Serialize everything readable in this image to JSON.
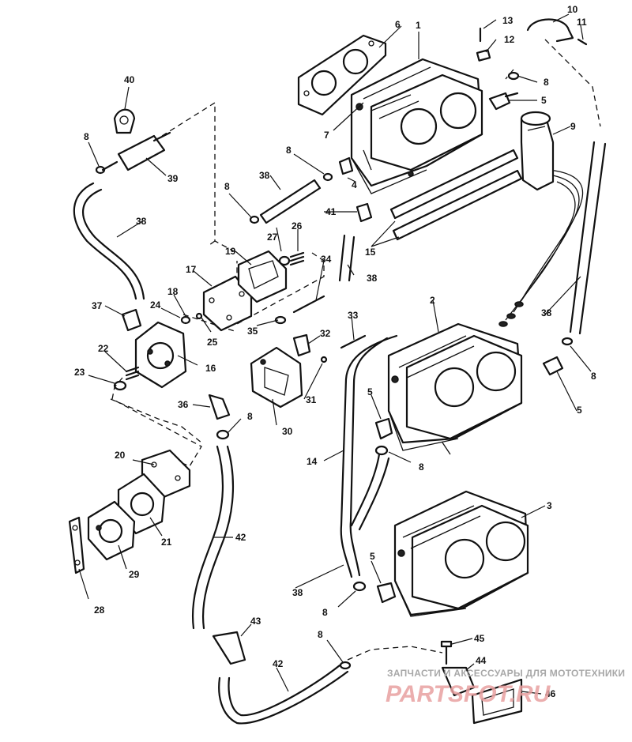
{
  "callouts": {
    "c1": "1",
    "c2": "2",
    "c3": "3",
    "c4": "4",
    "c5a": "5",
    "c5b": "5",
    "c5c": "5",
    "c5d": "5",
    "c6": "6",
    "c7": "7",
    "c8a": "8",
    "c8b": "8",
    "c8c": "8",
    "c8d": "8",
    "c8e": "8",
    "c8f": "8",
    "c8g": "8",
    "c8h": "8",
    "c8i": "8",
    "c9": "9",
    "c10": "10",
    "c11": "11",
    "c12": "12",
    "c13": "13",
    "c14": "14",
    "c15": "15",
    "c16": "16",
    "c17": "17",
    "c18": "18",
    "c19": "19",
    "c20": "20",
    "c21": "21",
    "c22": "22",
    "c23": "23",
    "c24": "24",
    "c25": "25",
    "c26": "26",
    "c27": "27",
    "c28": "28",
    "c29": "29",
    "c30": "30",
    "c31": "31",
    "c32": "32",
    "c33": "33",
    "c34": "34",
    "c35": "35",
    "c36": "36",
    "c37": "37",
    "c38a": "38",
    "c38b": "38",
    "c38c": "38",
    "c38d": "38",
    "c38e": "38",
    "c39": "39",
    "c40": "40",
    "c41": "41",
    "c42a": "42",
    "c42b": "42",
    "c43": "43",
    "c44": "44",
    "c45": "45",
    "c46": "46"
  },
  "watermark": {
    "tagline": "ЗАПЧАСТИ И АКСЕССУАРЫ ДЛЯ МОТОТЕХНИКИ",
    "brand": "PARTSFOT.RU"
  }
}
